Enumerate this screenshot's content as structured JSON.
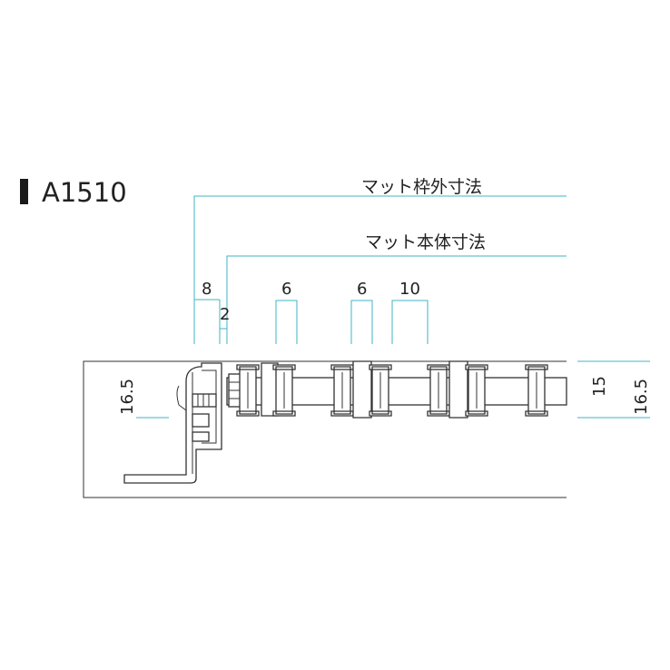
{
  "model": {
    "marker_color": "#1a1a1a",
    "name": "A1510"
  },
  "dimension_lines": {
    "color": "#3fb6c4",
    "outer_label": "マット枠外寸法",
    "body_label": "マット本体寸法"
  },
  "dimensions": {
    "frame_width": "8",
    "gap": "2",
    "pitch_a": "6",
    "pitch_b": "6",
    "pitch_c": "10",
    "frame_height": "16.5",
    "mat_height": "15",
    "total_height": "16.5"
  }
}
